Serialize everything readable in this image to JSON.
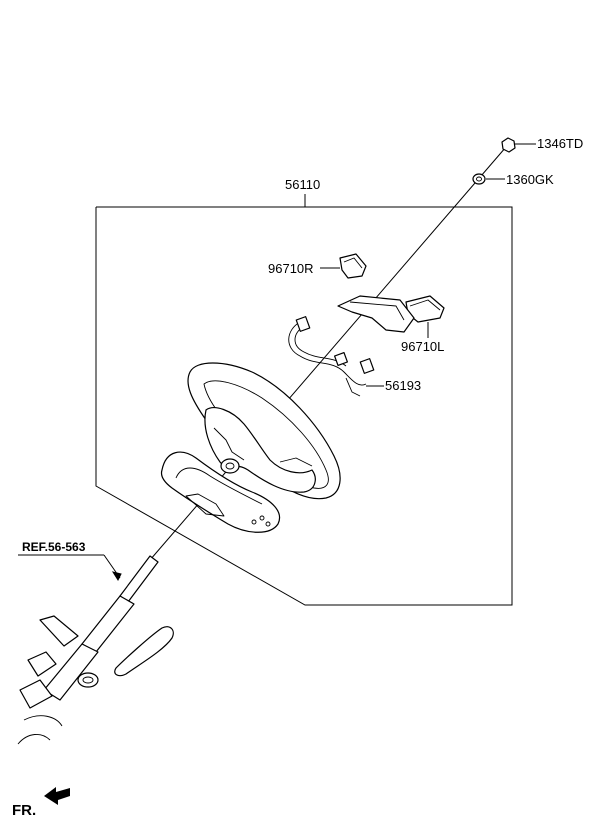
{
  "parts": {
    "p1346TD": "1346TD",
    "p1360GK": "1360GK",
    "p56110": "56110",
    "p96710R": "96710R",
    "p96710L": "96710L",
    "p56193": "56193"
  },
  "reference": "REF.56-563",
  "direction": "FR."
}
